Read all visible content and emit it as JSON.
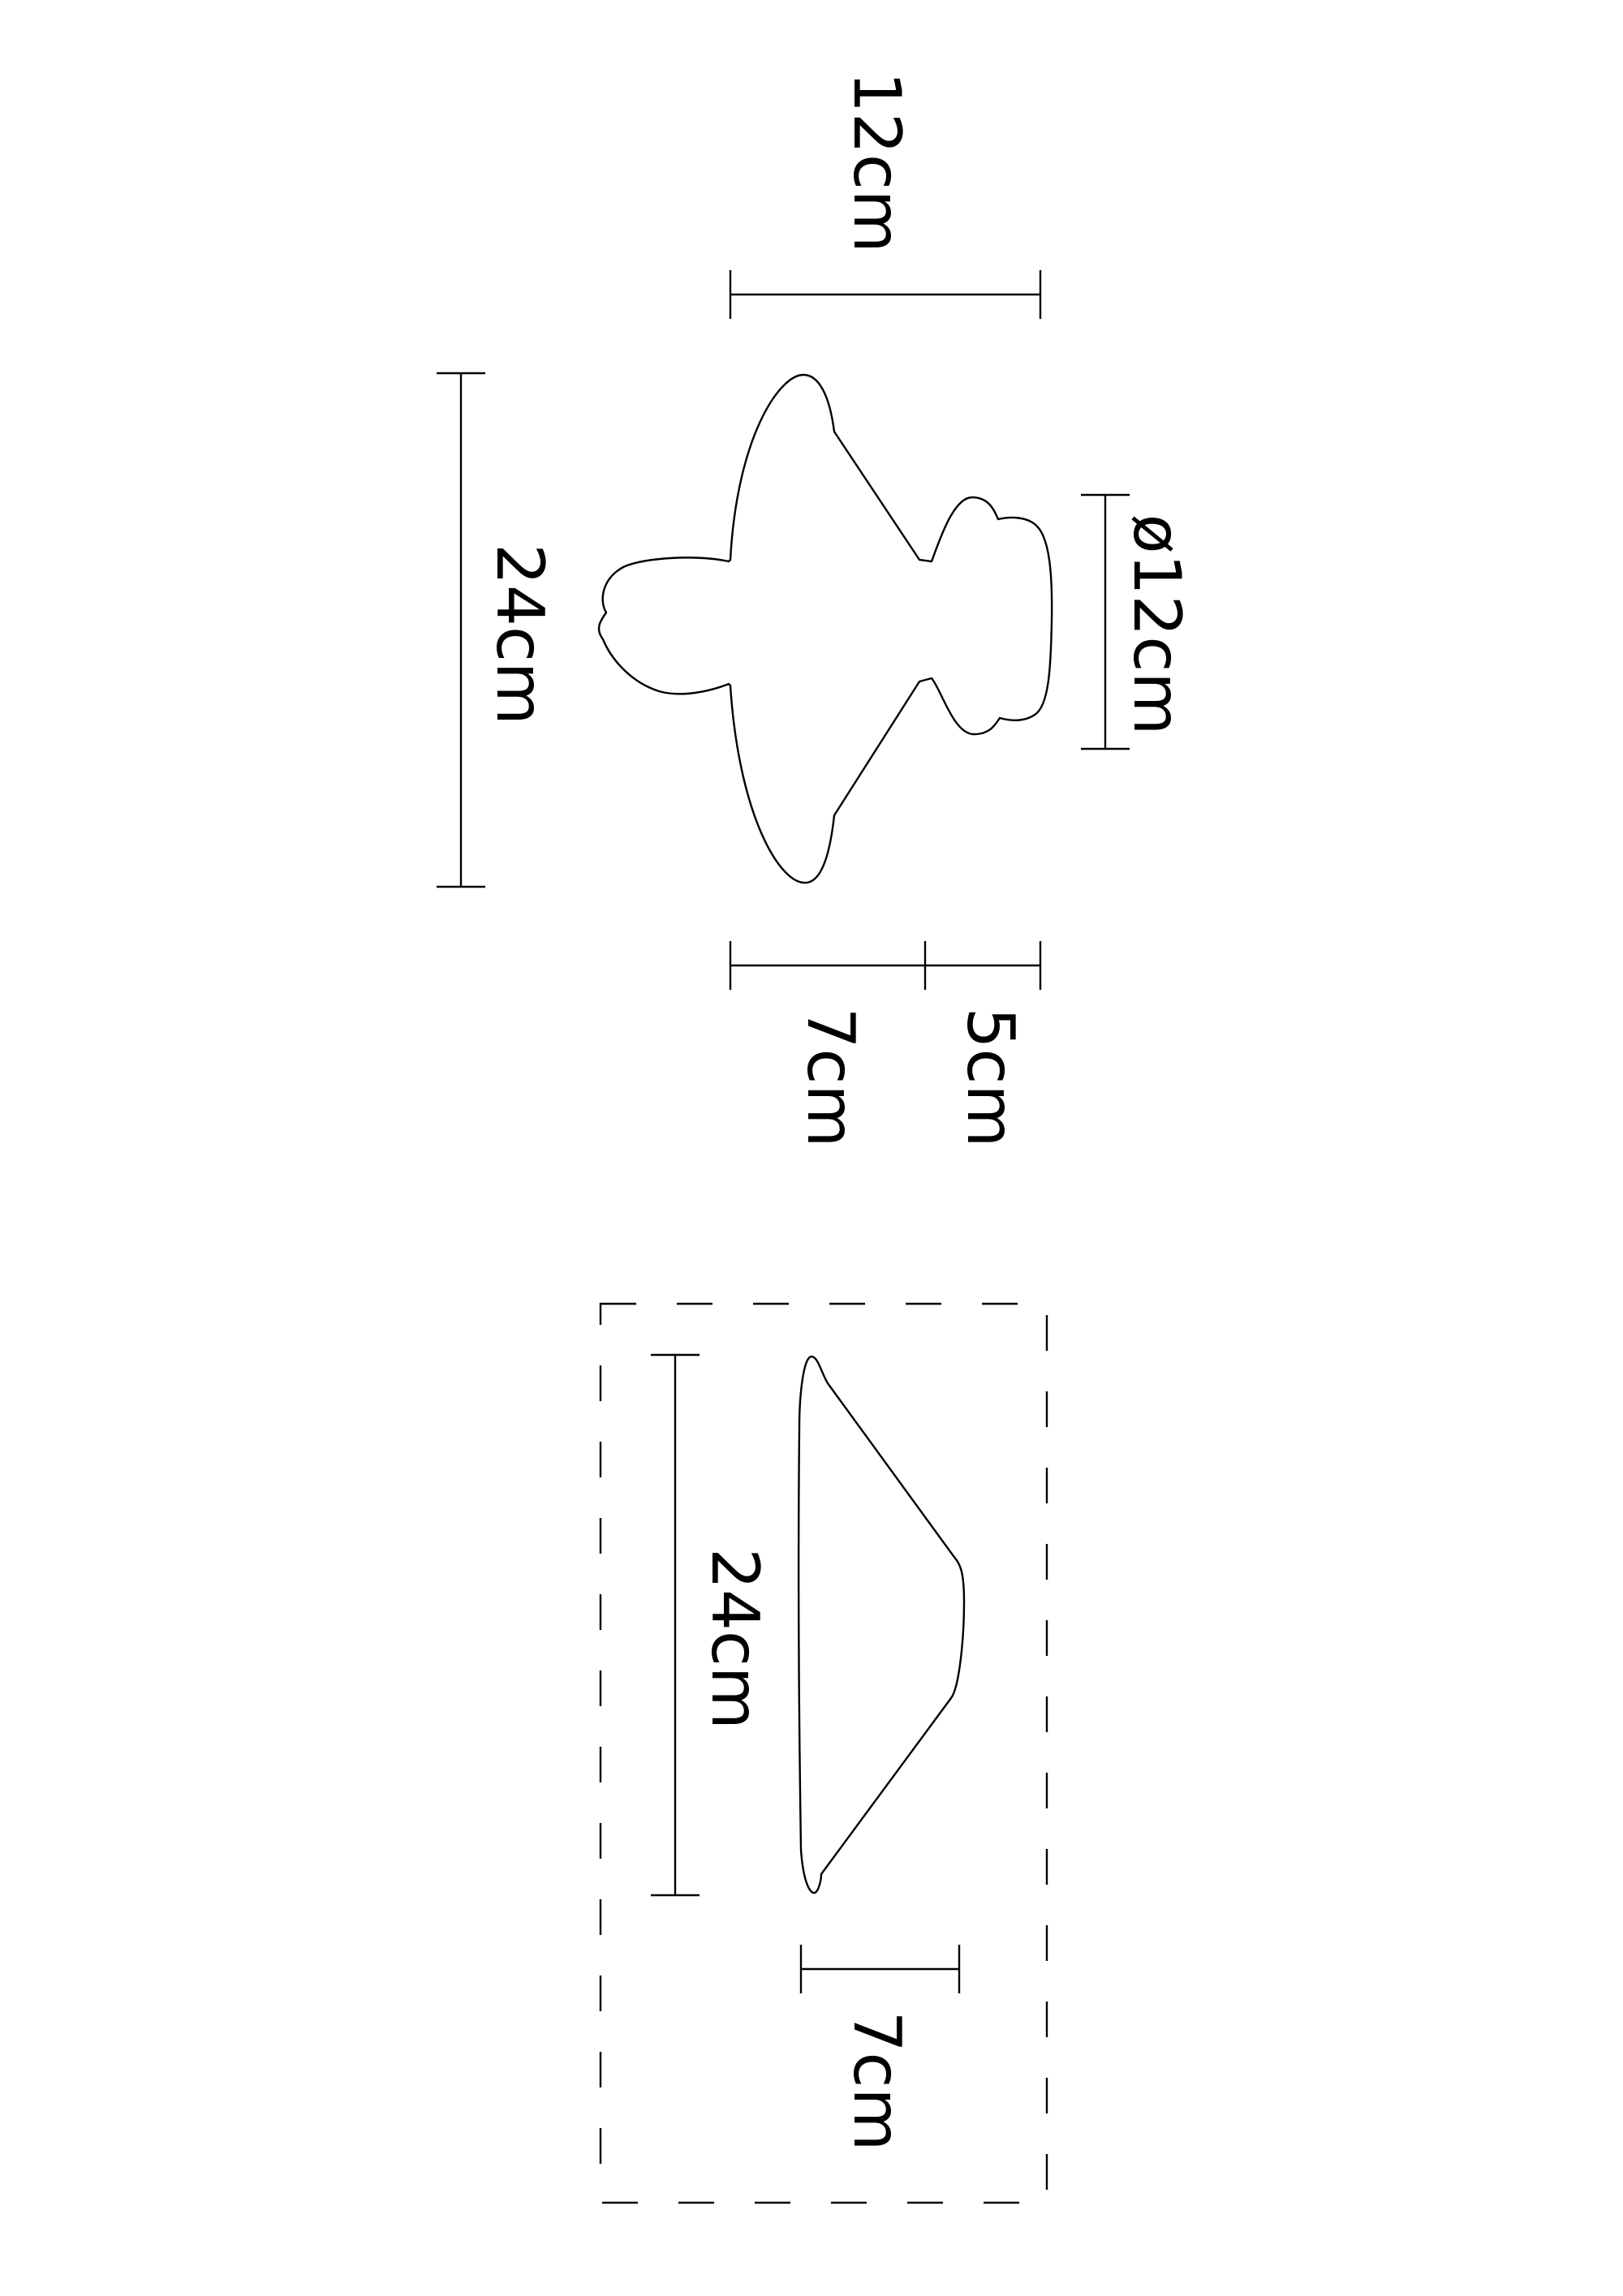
{
  "colors": {
    "line": "#000000",
    "background": "#ffffff"
  },
  "top_view": {
    "width_label": "12cm",
    "length_label": "24cm",
    "diameter_label": "ø12cm",
    "segment_a_label": "7cm",
    "segment_b_label": "5cm"
  },
  "side_view": {
    "length_label": "24cm",
    "depth_label": "7cm"
  }
}
